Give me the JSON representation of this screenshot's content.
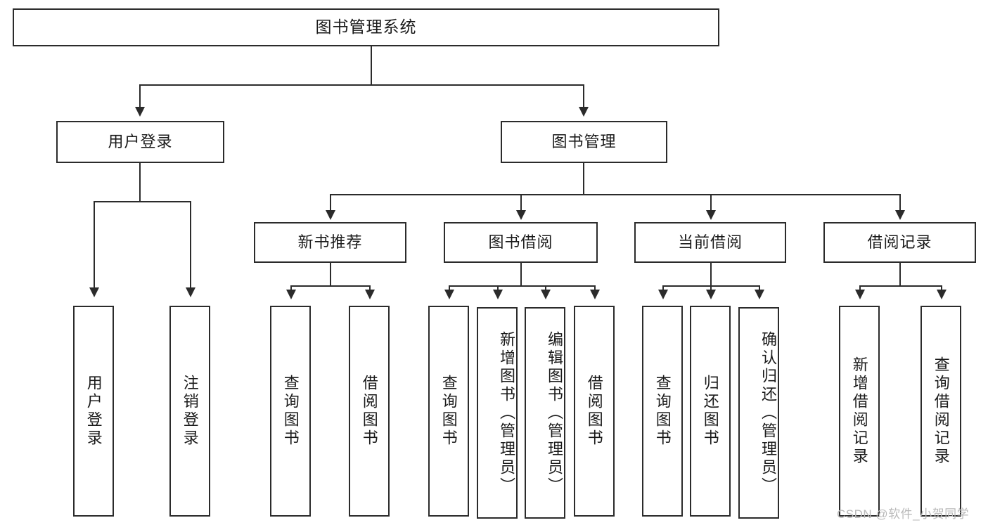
{
  "diagram": {
    "title": "图书管理系统",
    "watermark": "CSDN @软件_小贺同学",
    "levels": {
      "root": {
        "label": "图书管理系统"
      },
      "level2": [
        {
          "label": "用户登录"
        },
        {
          "label": "图书管理"
        }
      ],
      "level3": [
        {
          "label": "新书推荐"
        },
        {
          "label": "图书借阅"
        },
        {
          "label": "当前借阅"
        },
        {
          "label": "借阅记录"
        }
      ],
      "leaves": [
        {
          "label": "用户登录",
          "parent": "用户登录"
        },
        {
          "label": "注销登录",
          "parent": "用户登录"
        },
        {
          "label": "查询图书",
          "parent": "新书推荐"
        },
        {
          "label": "借阅图书",
          "parent": "新书推荐"
        },
        {
          "label": "查询图书",
          "parent": "图书借阅"
        },
        {
          "label": "新增图书（管理员）",
          "parent": "图书借阅"
        },
        {
          "label": "编辑图书（管理员）",
          "parent": "图书借阅"
        },
        {
          "label": "借阅图书",
          "parent": "图书借阅"
        },
        {
          "label": "查询图书",
          "parent": "当前借阅"
        },
        {
          "label": "归还图书",
          "parent": "当前借阅"
        },
        {
          "label": "确认归还（管理员）",
          "parent": "当前借阅"
        },
        {
          "label": "新增借阅记录",
          "parent": "借阅记录"
        },
        {
          "label": "查询借阅记录",
          "parent": "借阅记录"
        }
      ]
    },
    "colors": {
      "stroke": "#2b2b2b",
      "background": "#ffffff",
      "text": "#1a1a1a",
      "watermark": "#b9b9b9"
    }
  }
}
